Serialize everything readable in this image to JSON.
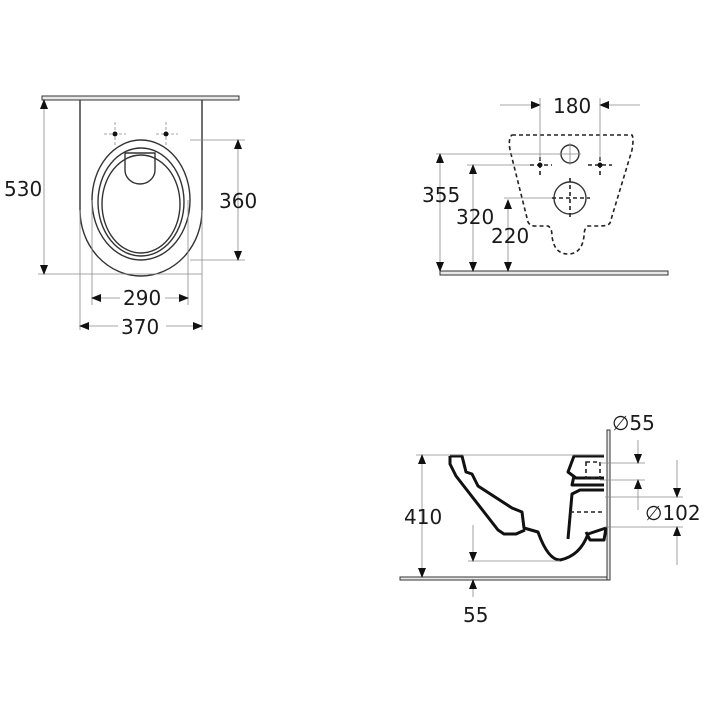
{
  "drawing": {
    "top_view": {
      "dimensions": {
        "overall_length": "530",
        "bowl_opening_length": "360",
        "bowl_opening_width": "290",
        "overall_width": "370"
      }
    },
    "rear_view": {
      "dimensions": {
        "fixing_bolt_spacing": "180",
        "water_inlet_height": "355",
        "fixing_bolt_height": "320",
        "outlet_height": "220"
      }
    },
    "side_view": {
      "dimensions": {
        "inlet_diameter": "∅55",
        "outlet_diameter": "∅102",
        "rim_height": "410",
        "floor_clearance": "55"
      }
    }
  }
}
